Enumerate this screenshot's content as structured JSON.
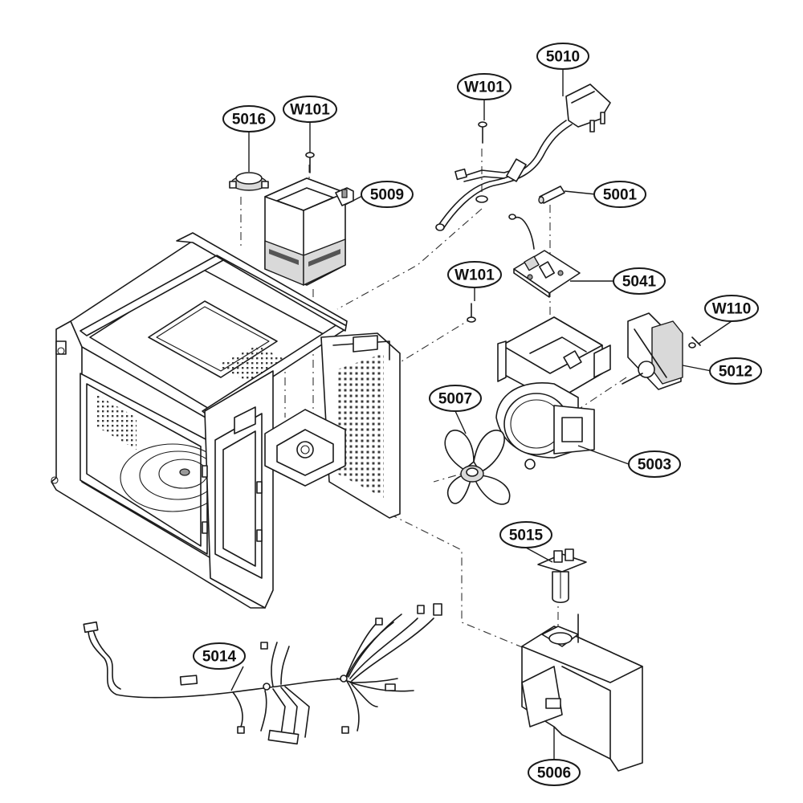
{
  "callouts": {
    "c5016": "5016",
    "cW101a": "W101",
    "c5009": "5009",
    "cW101b": "W101",
    "c5010": "5010",
    "c5001": "5001",
    "c5041": "5041",
    "cW101c": "W101",
    "cW110": "W110",
    "c5012": "5012",
    "c5007": "5007",
    "c5003": "5003",
    "c5015": "5015",
    "c5014": "5014",
    "c5006": "5006"
  }
}
